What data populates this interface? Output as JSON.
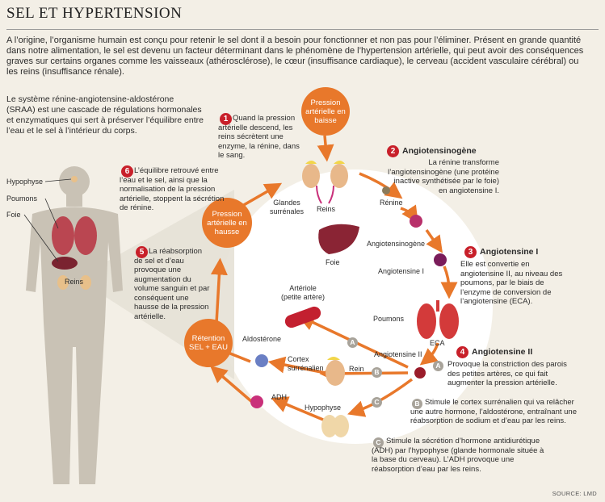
{
  "title": "SEL ET HYPERTENSION",
  "intro": "A l’origine, l’organisme humain est conçu pour retenir le sel dont il a besoin pour fonctionner et non pas pour l’éliminer. Présent en grande quantité dans notre alimentation, le sel est devenu un facteur déterminant dans le phénomène de l’hypertension artérielle, qui peut avoir des conséquences graves sur certains organes comme les vaisseaux (athérosclérose), le cœur (insuffisance cardiaque), le cerveau (accident vasculaire cérébral) ou les reins (insuffisance rénale).",
  "sraa": "Le système rénine-angiotensine-aldostérone (SRAA) est une cascade de régulations hormonales et enzymatiques qui sert à préserver l’équilibre entre l’eau et le sel à l’intérieur du corps.",
  "body_labels": {
    "hypophyse": "Hypophyse",
    "poumons": "Poumons",
    "foie": "Foie",
    "reins": "Reins"
  },
  "circles": {
    "baisse": "Pression artérielle en baisse",
    "hausse": "Pression artérielle en hausse",
    "retention": "Rétention SEL + EAU"
  },
  "steps": {
    "s1": {
      "num": "1",
      "text": "Quand la pression artérielle descend, les reins sécrètent une enzyme, la rénine, dans le sang."
    },
    "s2": {
      "num": "2",
      "title": "Angiotensinogène",
      "text": "La rénine transforme l’angiotensinogène (une protéine inactive synthétisée par le foie) en angiotensine I."
    },
    "s3": {
      "num": "3",
      "title": "Angiotensine I",
      "text": "Elle est convertie en angiotensine II, au niveau des poumons, par le biais de l’enzyme de conversion de l’angiotensine (ECA)."
    },
    "s4": {
      "num": "4",
      "title": "Angiotensine II"
    },
    "s5": {
      "num": "5",
      "text": "La réabsorption de sel et d’eau provoque une augmentation du volume sanguin et par conséquent une hausse de la pression artérielle."
    },
    "s6": {
      "num": "6",
      "text": "L’équilibre retrouvé entre l’eau et le sel, ainsi que la normalisation de la pression artérielle, stoppent la sécrétion de rénine."
    }
  },
  "sub": {
    "A": {
      "letter": "A",
      "text": "Provoque la constriction des parois des petites artères, ce qui fait augmenter la pression artérielle."
    },
    "B": {
      "letter": "B",
      "text": "Stimule le cortex surrénalien qui va relâcher une autre hormone, l’aldostérone, entraînant une réabsorption de sodium et d’eau par les reins."
    },
    "C": {
      "letter": "C",
      "text": "Stimule la sécrétion d’hormone antidiurétique (ADH) par l’hypophyse (glande hormonale située à la base du cerveau). L’ADH provoque une réabsorption d’eau par les reins."
    }
  },
  "labels": {
    "glandes": "Glandes surrénales",
    "reins": "Reins",
    "renine": "Rénine",
    "angiotensinogene": "Angiotensinogène",
    "foie": "Foie",
    "angiotensine1": "Angiotensine I",
    "poumons": "Poumons",
    "eca": "ECA",
    "angiotensine2": "Angiotensine II",
    "arteriole": "Artériole (petite artère)",
    "aldosterone": "Aldostérone",
    "cortex": "Cortex surrénalien",
    "rein": "Rein",
    "adh": "ADH",
    "hypophyse": "Hypophyse"
  },
  "source": "SOURCE: LMD",
  "colors": {
    "orange": "#e8782b",
    "red": "#c8202a",
    "body": "#c9c2b5",
    "magenta": "#b8306a",
    "blue": "#6a7fc4"
  }
}
